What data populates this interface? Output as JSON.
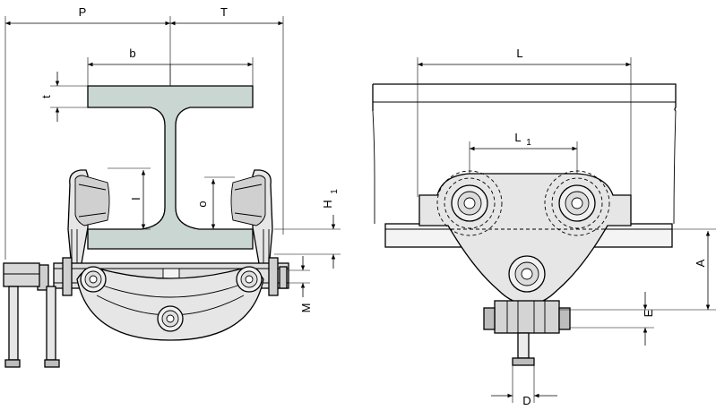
{
  "colors": {
    "beam_fill": "#c9d6d1",
    "part_fill": "#e6e6e6",
    "part_dark": "#9a9a9a",
    "line": "#000000"
  },
  "labels": {
    "P": "P",
    "T": "T",
    "b": "b",
    "t": "t",
    "I": "I",
    "o": "o",
    "H": "H",
    "H_sub": "1",
    "M": "M",
    "L": "L",
    "L1": "L",
    "L1_sub": "1",
    "A": "A",
    "E": "E",
    "D": "D"
  }
}
